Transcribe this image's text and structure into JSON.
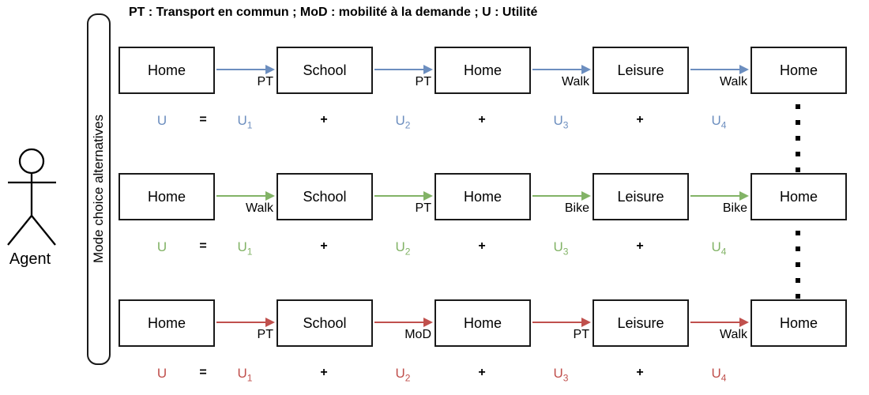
{
  "caption": {
    "text": "PT : Transport en commun ; MoD : mobilité à la demande ; U : Utilité"
  },
  "agent": {
    "label": "Agent"
  },
  "mode_choice_box": {
    "label": "Mode choice alternatives"
  },
  "colors": {
    "box_border": "#1a1a1a",
    "text": "#000000",
    "background": "#ffffff",
    "dots": "#000000",
    "alt1_blue": "#6c8ebf",
    "alt2_green": "#82b366",
    "alt3_red": "#c0504d"
  },
  "alternatives": [
    {
      "name": "alternative-1",
      "color": "#6c8ebf",
      "activities": [
        "Home",
        "School",
        "Home",
        "Leisure",
        "Home"
      ],
      "modes": [
        "PT",
        "PT",
        "Walk",
        "Walk"
      ],
      "equation": {
        "lhs": "U",
        "equals": "=",
        "plus": "+",
        "terms": [
          {
            "base": "U",
            "sub": "1"
          },
          {
            "base": "U",
            "sub": "2"
          },
          {
            "base": "U",
            "sub": "3"
          },
          {
            "base": "U",
            "sub": "4"
          }
        ]
      }
    },
    {
      "name": "alternative-2",
      "color": "#82b366",
      "activities": [
        "Home",
        "School",
        "Home",
        "Leisure",
        "Home"
      ],
      "modes": [
        "Walk",
        "PT",
        "Bike",
        "Bike"
      ],
      "equation": {
        "lhs": "U",
        "equals": "=",
        "plus": "+",
        "terms": [
          {
            "base": "U",
            "sub": "1"
          },
          {
            "base": "U",
            "sub": "2"
          },
          {
            "base": "U",
            "sub": "3"
          },
          {
            "base": "U",
            "sub": "4"
          }
        ]
      }
    },
    {
      "name": "alternative-3",
      "color": "#c0504d",
      "activities": [
        "Home",
        "School",
        "Home",
        "Leisure",
        "Home"
      ],
      "modes": [
        "PT",
        "MoD",
        "PT",
        "Walk"
      ],
      "equation": {
        "lhs": "U",
        "equals": "=",
        "plus": "+",
        "terms": [
          {
            "base": "U",
            "sub": "1"
          },
          {
            "base": "U",
            "sub": "2"
          },
          {
            "base": "U",
            "sub": "3"
          },
          {
            "base": "U",
            "sub": "4"
          }
        ]
      }
    }
  ]
}
